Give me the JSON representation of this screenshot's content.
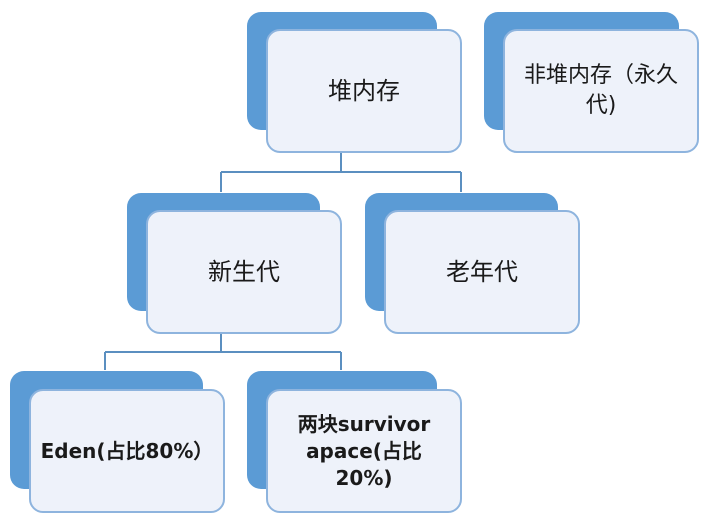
{
  "nodes": {
    "heap": {
      "label": "堆内存"
    },
    "non_heap": {
      "label": "非堆内存（永久代)"
    },
    "young_gen": {
      "label": "新生代"
    },
    "old_gen": {
      "label": "老年代"
    },
    "eden": {
      "label": "Eden(占比80%）"
    },
    "survivor": {
      "label": "两块survivor apace(占比20%)"
    }
  },
  "colors": {
    "shadow": "#5b9bd5",
    "card_fill": "#eef2fa",
    "card_border": "#8eb4de",
    "connector": "#5b8fc0"
  }
}
